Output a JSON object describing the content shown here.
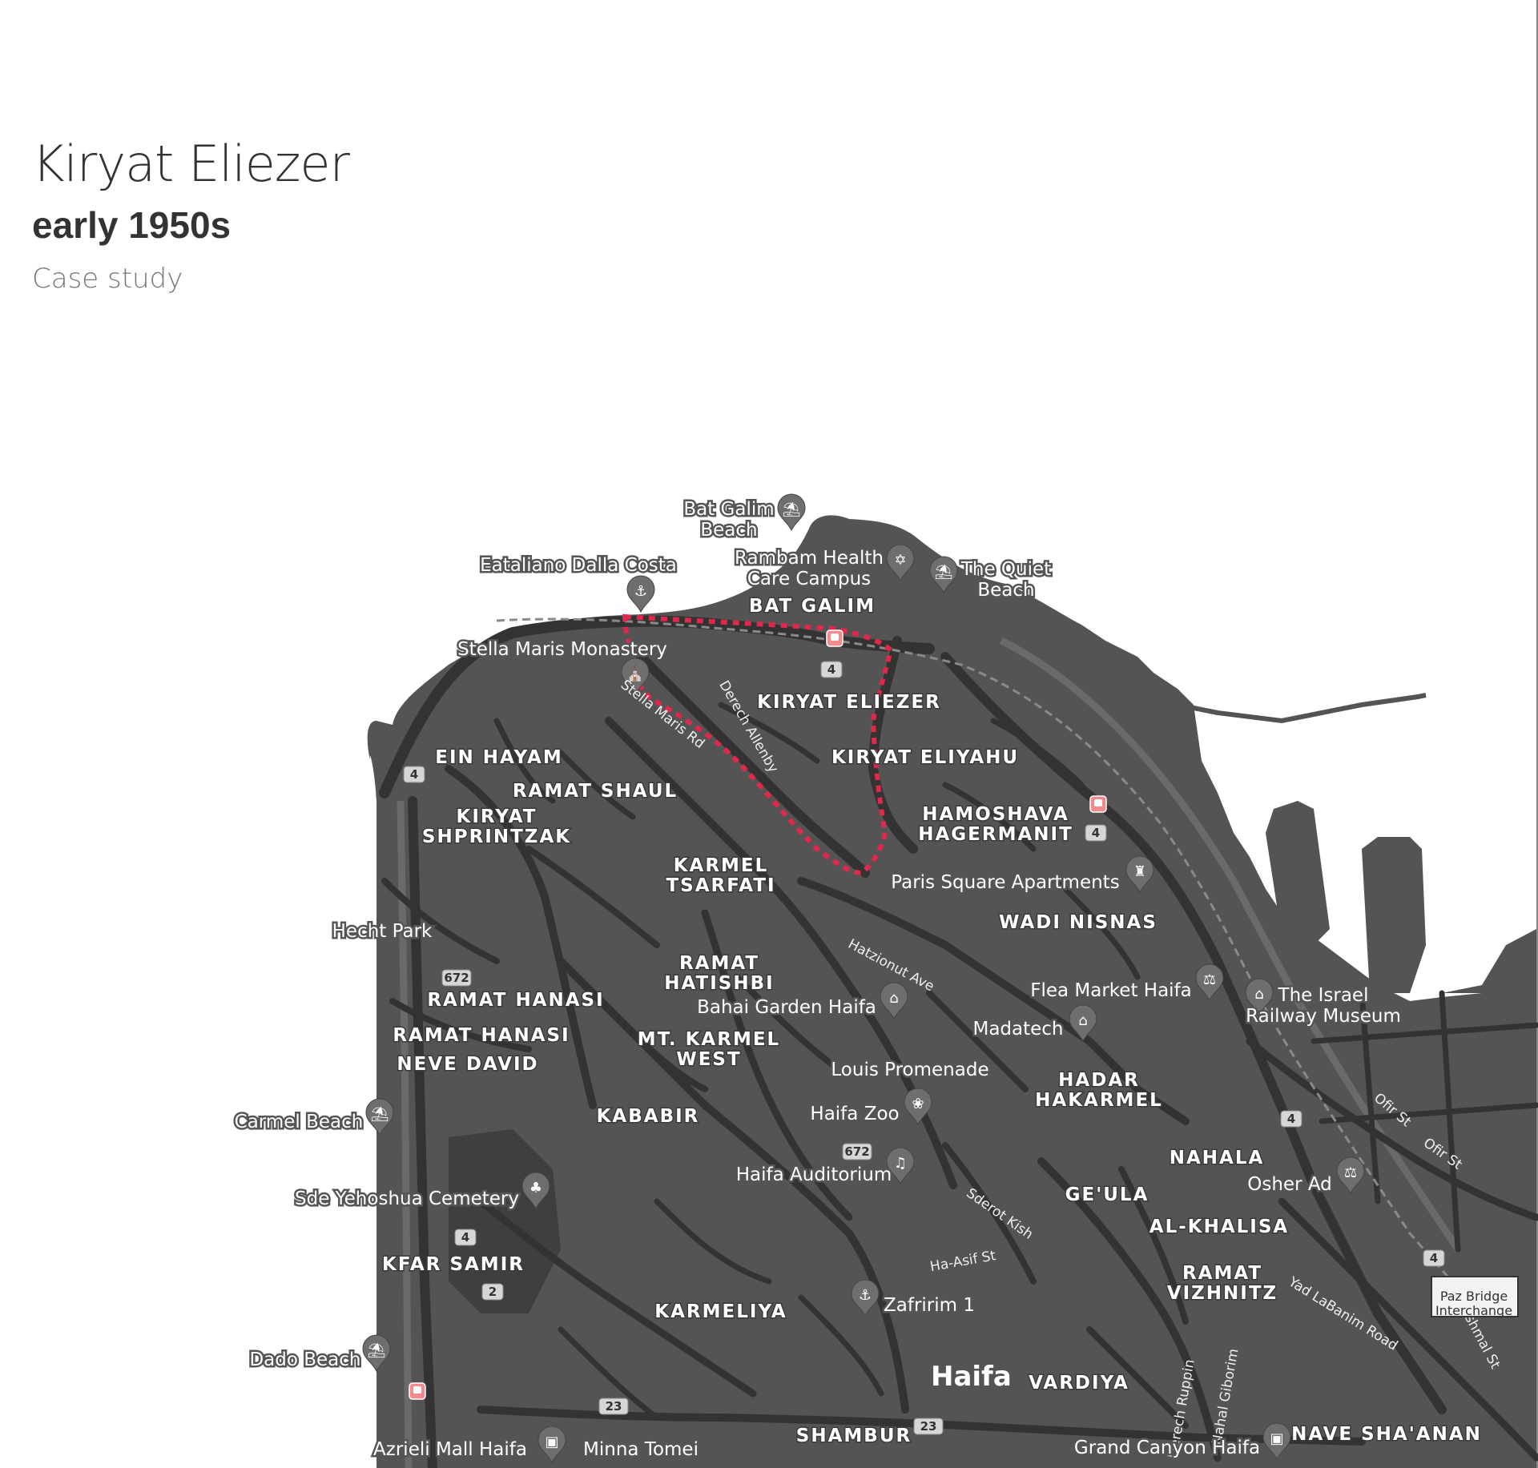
{
  "header": {
    "title": "Kiryat Eliezer",
    "subtitle": "early 1950s",
    "note": "Case study"
  },
  "map": {
    "districts": [
      {
        "id": "bat-galim",
        "lines": [
          "BAT GALIM"
        ]
      },
      {
        "id": "kiryat-eliezer",
        "lines": [
          "KIRYAT ELIEZER"
        ]
      },
      {
        "id": "kiryat-eliyahu",
        "lines": [
          "KIRYAT ELIYAHU"
        ]
      },
      {
        "id": "ein-hayam",
        "lines": [
          "EIN HAYAM"
        ]
      },
      {
        "id": "ramat-shaul",
        "lines": [
          "RAMAT SHAUL"
        ]
      },
      {
        "id": "kiryat-shprintzak",
        "lines": [
          "KIRYAT",
          "SHPRINTZAK"
        ]
      },
      {
        "id": "hamoshava-hagermanit",
        "lines": [
          "HAMOSHAVA",
          "HAGERMANIT"
        ]
      },
      {
        "id": "karmel-tsarfati",
        "lines": [
          "KARMEL",
          "TSARFATI"
        ]
      },
      {
        "id": "wadi-nisnas",
        "lines": [
          "WADI NISNAS"
        ]
      },
      {
        "id": "ramat-hatishbi",
        "lines": [
          "RAMAT",
          "HATISHBI"
        ]
      },
      {
        "id": "ramat-hanasi-1",
        "lines": [
          "RAMAT HANASI"
        ]
      },
      {
        "id": "ramat-hanasi-2",
        "lines": [
          "RAMAT HANASI"
        ]
      },
      {
        "id": "neve-david",
        "lines": [
          "NEVE DAVID"
        ]
      },
      {
        "id": "mt-karmel-west",
        "lines": [
          "MT. KARMEL",
          "WEST"
        ]
      },
      {
        "id": "hadar-hakarmel",
        "lines": [
          "HADAR",
          "HAKARMEL"
        ]
      },
      {
        "id": "kababir",
        "lines": [
          "KABABIR"
        ]
      },
      {
        "id": "nahala",
        "lines": [
          "NAHALA"
        ]
      },
      {
        "id": "geula",
        "lines": [
          "GE'ULA"
        ]
      },
      {
        "id": "al-khalisa",
        "lines": [
          "AL-KHALISA"
        ]
      },
      {
        "id": "ramat-vizhnitz",
        "lines": [
          "RAMAT",
          "VIZHNITZ"
        ]
      },
      {
        "id": "kfar-samir",
        "lines": [
          "KFAR SAMIR"
        ]
      },
      {
        "id": "karmeliya",
        "lines": [
          "KARMELIYA"
        ]
      },
      {
        "id": "vardiya",
        "lines": [
          "VARDIYA"
        ]
      },
      {
        "id": "shambur",
        "lines": [
          "SHAMBUR"
        ]
      },
      {
        "id": "nave-shaanan",
        "lines": [
          "NAVE SHA'ANAN"
        ]
      }
    ],
    "city": "Haifa",
    "pois": [
      {
        "id": "bat-galim-beach",
        "lines": [
          "Bat Galim",
          "Beach"
        ],
        "icon": "beach-icon"
      },
      {
        "id": "eataliano",
        "lines": [
          "Eataliano Dalla Costa"
        ],
        "icon": "restaurant-icon"
      },
      {
        "id": "rambam",
        "lines": [
          "Rambam Health",
          "Care Campus"
        ],
        "icon": "star-of-david-icon"
      },
      {
        "id": "quiet-beach",
        "lines": [
          "The Quiet",
          "Beach"
        ],
        "icon": "beach-icon"
      },
      {
        "id": "stella-maris",
        "lines": [
          "Stella Maris Monastery"
        ],
        "icon": "church-icon"
      },
      {
        "id": "paris-square",
        "lines": [
          "Paris Square Apartments"
        ],
        "icon": "building-icon"
      },
      {
        "id": "hecht-park",
        "lines": [
          "Hecht Park"
        ],
        "icon": ""
      },
      {
        "id": "flea-market",
        "lines": [
          "Flea Market Haifa"
        ],
        "icon": "shopping-cart-icon"
      },
      {
        "id": "railway-museum",
        "lines": [
          "The Israel",
          "Railway Museum"
        ],
        "icon": "museum-icon"
      },
      {
        "id": "bahai-garden",
        "lines": [
          "Bahai Garden Haifa"
        ],
        "icon": "temple-icon"
      },
      {
        "id": "madatech",
        "lines": [
          "Madatech"
        ],
        "icon": "museum-icon"
      },
      {
        "id": "louis-promenade",
        "lines": [
          "Louis Promenade"
        ],
        "icon": ""
      },
      {
        "id": "haifa-zoo",
        "lines": [
          "Haifa Zoo"
        ],
        "icon": "paw-icon"
      },
      {
        "id": "carmel-beach",
        "lines": [
          "Carmel Beach"
        ],
        "icon": "beach-icon"
      },
      {
        "id": "haifa-auditorium",
        "lines": [
          "Haifa Auditorium"
        ],
        "icon": "music-icon"
      },
      {
        "id": "osher-ad",
        "lines": [
          "Osher Ad"
        ],
        "icon": "shopping-cart-icon"
      },
      {
        "id": "sde-yehoshua",
        "lines": [
          "Sde Yehoshua Cemetery"
        ],
        "icon": "tree-icon"
      },
      {
        "id": "zafririm",
        "lines": [
          "Zafririm 1"
        ],
        "icon": "restaurant-icon"
      },
      {
        "id": "dado-beach",
        "lines": [
          "Dado Beach"
        ],
        "icon": "beach-icon"
      },
      {
        "id": "azrieli-mall",
        "lines": [
          "Azrieli Mall Haifa"
        ],
        "icon": "shopping-bag-icon"
      },
      {
        "id": "minna-tomei",
        "lines": [
          "Minna Tomei"
        ],
        "icon": ""
      },
      {
        "id": "grand-canyon",
        "lines": [
          "Grand Canyon Haifa"
        ],
        "icon": "shopping-bag-icon"
      },
      {
        "id": "paz-bridge",
        "lines": [
          "Paz Bridge",
          "Interchange"
        ],
        "icon": ""
      }
    ],
    "streets": [
      "Stella Maris Rd",
      "Derech Allenby",
      "Hatzionut Ave",
      "Ofir St",
      "Ofir St",
      "Sderot Kish",
      "Ha-Asif St",
      "Derech Ruppin",
      "Nahal Giborim",
      "Yad LaBanim Road",
      "HaHashmal St"
    ],
    "route_shields": [
      "4",
      "4",
      "4",
      "672",
      "672",
      "4",
      "4",
      "4",
      "2",
      "23",
      "23"
    ],
    "highlight_color": "#e0284a",
    "land_color": "#545454",
    "road_color": "#333333",
    "transit_icon_color": "#f28b8b"
  }
}
